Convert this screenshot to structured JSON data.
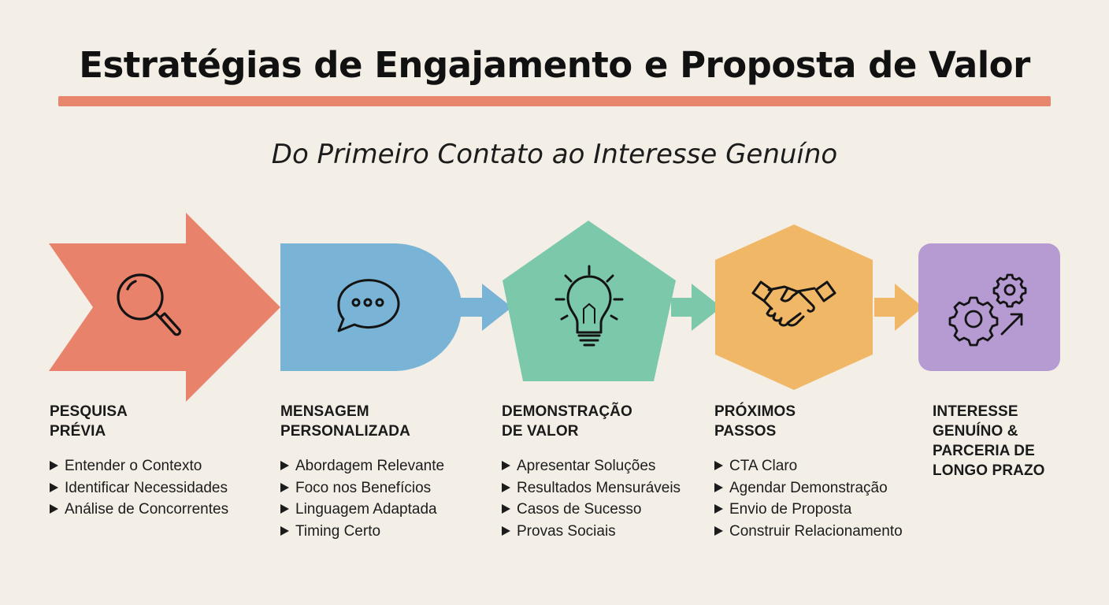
{
  "header": {
    "title": "Estratégias de Engajamento e Proposta de Valor",
    "subtitle": "Do Primeiro Contato ao Interesse Genuíno"
  },
  "colors": {
    "background": "#f3efe7",
    "accent_bar": "#e8856d",
    "step1": "#e9826b",
    "step2": "#79b3d6",
    "step3": "#7cc8ab",
    "step4": "#f0b866",
    "step5": "#b59bd2"
  },
  "steps": [
    {
      "title_line1": "PESQUISA",
      "title_line2": "PRÉVIA",
      "title_line3": "",
      "title_line4": "",
      "icon": "magnifying-glass-icon",
      "items": [
        "Entender o Contexto",
        "Identificar Necessidades",
        "Análise de Concorrentes"
      ]
    },
    {
      "title_line1": "MENSAGEM",
      "title_line2": "PERSONALIZADA",
      "title_line3": "",
      "title_line4": "",
      "icon": "chat-bubble-icon",
      "items": [
        "Abordagem Relevante",
        "Foco nos Benefícios",
        "Linguagem Adaptada",
        "Timing Certo"
      ]
    },
    {
      "title_line1": "DEMONSTRAÇÃO",
      "title_line2": "DE VALOR",
      "title_line3": "",
      "title_line4": "",
      "icon": "lightbulb-icon",
      "items": [
        "Apresentar Soluções",
        "Resultados Mensuráveis",
        "Casos de Sucesso",
        "Provas Sociais"
      ]
    },
    {
      "title_line1": "PRÓXIMOS",
      "title_line2": "PASSOS",
      "title_line3": "",
      "title_line4": "",
      "icon": "handshake-icon",
      "items": [
        "CTA Claro",
        "Agendar Demonstração",
        "Envio de Proposta",
        "Construir Relacionamento"
      ]
    },
    {
      "title_line1": "INTERESSE",
      "title_line2": "GENUÍNO &",
      "title_line3": "PARCERIA DE",
      "title_line4": "LONGO PRAZO",
      "icon": "gears-growth-icon",
      "items": []
    }
  ]
}
